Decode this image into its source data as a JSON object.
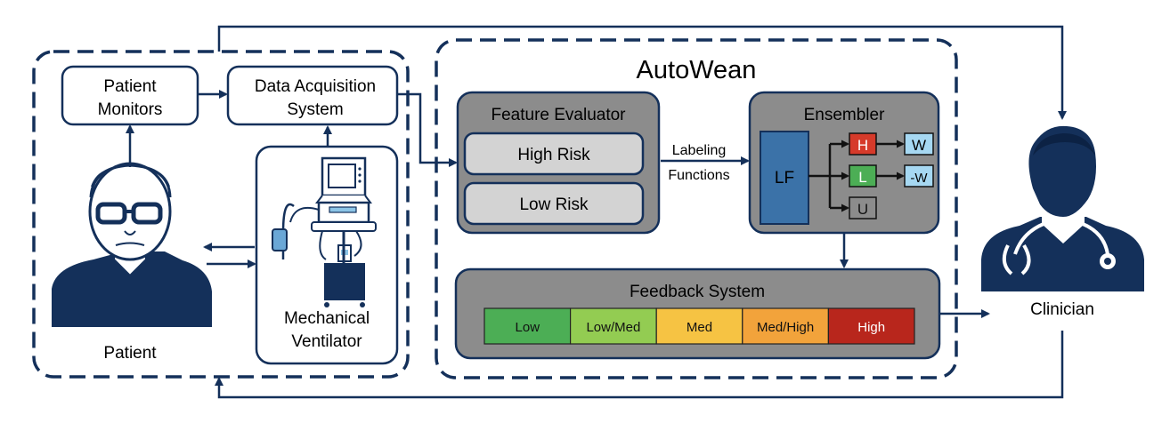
{
  "left_group": {
    "patient_monitors": [
      "Patient",
      "Monitors"
    ],
    "data_acquisition": [
      "Data Acquisition",
      "System"
    ],
    "patient_label": "Patient",
    "ventilator": [
      "Mechanical",
      "Ventilator"
    ]
  },
  "autowean": {
    "title": "AutoWean",
    "feature_evaluator": {
      "title": "Feature Evaluator",
      "high_risk": "High Risk",
      "low_risk": "Low Risk"
    },
    "labeling_functions": [
      "Labeling",
      "Functions"
    ],
    "ensembler": {
      "title": "Ensembler",
      "lf": "LF",
      "h": "H",
      "l": "L",
      "u": "U",
      "w": "W",
      "neg_w": "-W"
    },
    "feedback": {
      "title": "Feedback System",
      "levels": [
        {
          "label": "Low",
          "color": "#4cae55"
        },
        {
          "label": "Low/Med",
          "color": "#93cc52"
        },
        {
          "label": "Med",
          "color": "#f6c343"
        },
        {
          "label": "Med/High",
          "color": "#f2a33b"
        },
        {
          "label": "High",
          "color": "#b8261c"
        }
      ]
    }
  },
  "clinician_label": "Clinician",
  "colors": {
    "navy": "#14305a",
    "panel_gray": "#8c8c8c",
    "box_gray": "#d3d3d3",
    "lf_blue": "#3b72a8",
    "h_red": "#d63a2a",
    "l_green": "#4cae55",
    "w_lightblue": "#a6d8f2"
  }
}
